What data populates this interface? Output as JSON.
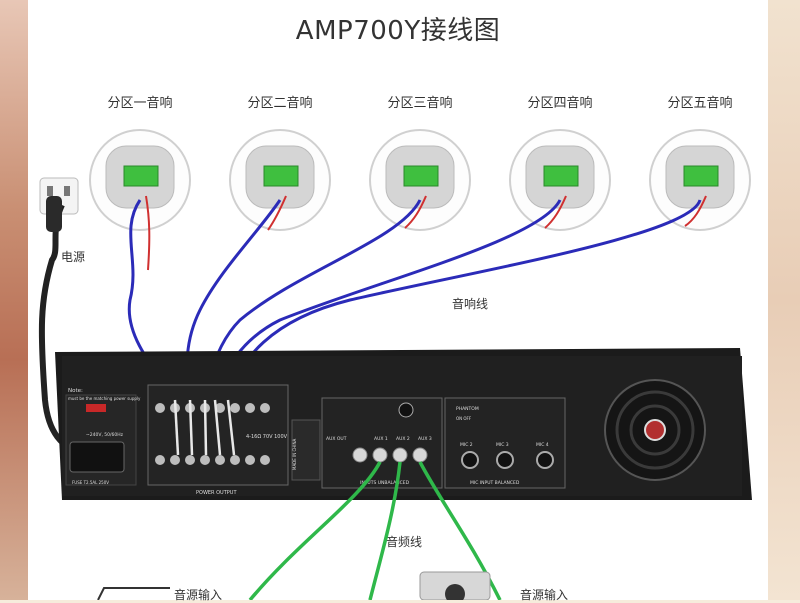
{
  "title": "AMP700Y接线图",
  "zones": [
    {
      "label": "分区一音响"
    },
    {
      "label": "分区二音响"
    },
    {
      "label": "分区三音响"
    },
    {
      "label": "分区四音响"
    },
    {
      "label": "分区五音响"
    }
  ],
  "labels": {
    "power": "电源",
    "speaker_cable": "音响线",
    "audio_cable": "音频线",
    "audio_input_left": "音源输入",
    "audio_input_right": "音源输入"
  },
  "amp_panel": {
    "note_title": "Note:",
    "note_text": "must be the matching power supply",
    "voltage": "~240V, 50/60Hz",
    "fuse": "FUSE T2.5AL 250V",
    "power_output": "POWER OUTPUT",
    "impedance": "4-16Ω 70V 100V",
    "aux_out": "AUX OUT",
    "aux1": "AUX 1",
    "aux2": "AUX 2",
    "aux3": "AUX 3",
    "inputs_unbalanced": "INPUTS UNBALANCED",
    "mic_input_balanced": "MIC INPUT BALANCED",
    "mic2": "MIC 2",
    "mic3": "MIC 3",
    "mic4": "MIC 4",
    "phantom": "PHANTOM",
    "on_off": "ON OFF",
    "made_in": "MADE IN CHINA"
  },
  "colors": {
    "speaker_wire": "#2b2bb8",
    "audio_wire": "#2fb84a",
    "power_cord": "#222222",
    "chassis": "#1b1b1b",
    "terminal": "#3fbf3f"
  }
}
